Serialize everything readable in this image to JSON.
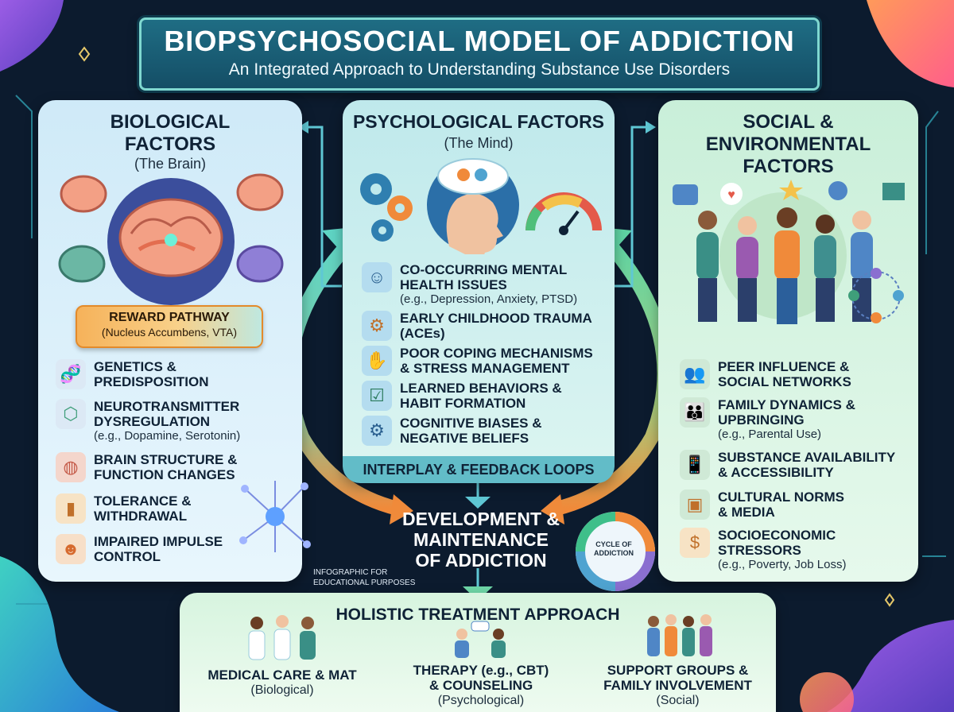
{
  "header": {
    "title": "BIOPSYCHOSOCIAL MODEL OF ADDICTION",
    "subtitle": "An Integrated Approach to Understanding Substance Use Disorders"
  },
  "biological": {
    "title_line1": "BIOLOGICAL",
    "title_line2": "FACTORS",
    "subtitle": "(The Brain)",
    "reward": {
      "title": "REWARD PATHWAY",
      "detail": "(Nucleus Accumbens, VTA)"
    },
    "items": [
      {
        "line1": "GENETICS &",
        "line2": "PREDISPOSITION",
        "note": "",
        "icon": "dna-icon"
      },
      {
        "line1": "NEUROTRANSMITTER",
        "line2": "DYSREGULATION",
        "note": "(e.g., Dopamine, Serotonin)",
        "icon": "molecule-icon"
      },
      {
        "line1": "BRAIN STRUCTURE &",
        "line2": "FUNCTION CHANGES",
        "note": "",
        "icon": "brain-icon"
      },
      {
        "line1": "TOLERANCE &",
        "line2": "WITHDRAWAL",
        "note": "",
        "icon": "pill-bottle-icon"
      },
      {
        "line1": "IMPAIRED IMPULSE",
        "line2": "CONTROL",
        "note": "",
        "icon": "person-speech-icon"
      }
    ]
  },
  "psychological": {
    "title": "PSYCHOLOGICAL FACTORS",
    "subtitle": "(The Mind)",
    "items": [
      {
        "line1": "CO-OCCURRING MENTAL",
        "line2": "HEALTH ISSUES",
        "note": "(e.g., Depression, Anxiety, PTSD)",
        "icon": "head-brain-icon"
      },
      {
        "line1": "EARLY CHILDHOOD TRAUMA",
        "line2": "(ACEs)",
        "note": "",
        "icon": "head-gears-icon"
      },
      {
        "line1": "POOR COPING MECHANISMS",
        "line2": "& STRESS MANAGEMENT",
        "note": "",
        "icon": "hand-stress-icon"
      },
      {
        "line1": "LEARNED BEHAVIORS &",
        "line2": "HABIT FORMATION",
        "note": "",
        "icon": "checklist-icon"
      },
      {
        "line1": "COGNITIVE BIASES &",
        "line2": "NEGATIVE BELIEFS",
        "note": "",
        "icon": "head-gear-icon"
      }
    ]
  },
  "social": {
    "title_line1": "SOCIAL &",
    "title_line2": "ENVIRONMENTAL",
    "title_line3": "FACTORS",
    "items": [
      {
        "line1": "PEER INFLUENCE &",
        "line2": "SOCIAL NETWORKS",
        "note": "",
        "icon": "group-icon"
      },
      {
        "line1": "FAMILY DYNAMICS &",
        "line2": "UPBRINGING",
        "note": "(e.g., Parental Use)",
        "icon": "family-icon"
      },
      {
        "line1": "SUBSTANCE AVAILABILITY",
        "line2": "& ACCESSIBILITY",
        "note": "",
        "icon": "phone-hand-icon"
      },
      {
        "line1": "CULTURAL NORMS",
        "line2": "& MEDIA",
        "note": "",
        "icon": "tv-icon"
      },
      {
        "line1": "SOCIOECONOMIC",
        "line2": "STRESSORS",
        "note": "(e.g., Poverty, Job Loss)",
        "icon": "money-hand-icon"
      }
    ]
  },
  "center": {
    "interplay": "INTERPLAY & FEEDBACK LOOPS",
    "dev_line1": "DEVELOPMENT &",
    "dev_line2": "MAINTENANCE",
    "dev_line3": "OF ADDICTION",
    "cycle_line1": "CYCLE OF",
    "cycle_line2": "ADDICTION",
    "note_line1": "INFOGRAPHIC FOR",
    "note_line2": "EDUCATIONAL PURPOSES"
  },
  "treatment": {
    "title": "HOLISTIC TREATMENT APPROACH",
    "cols": [
      {
        "line1": "MEDICAL CARE & MAT",
        "line2": "",
        "domain": "(Biological)",
        "icon": "doctors-icon"
      },
      {
        "line1": "THERAPY (e.g., CBT)",
        "line2": "& COUNSELING",
        "domain": "(Psychological)",
        "icon": "therapy-icon"
      },
      {
        "line1": "SUPPORT GROUPS &",
        "line2": "FAMILY INVOLVEMENT",
        "domain": "(Social)",
        "icon": "support-group-icon"
      }
    ]
  },
  "colors": {
    "background": "#0c1b2e",
    "banner": "#1f6d84",
    "bio_panel": "#cfeaf8",
    "psy_panel": "#bfe9ec",
    "soc_panel": "#c9efd9",
    "accent_orange": "#f08a3a",
    "accent_teal": "#4fc3c9"
  }
}
